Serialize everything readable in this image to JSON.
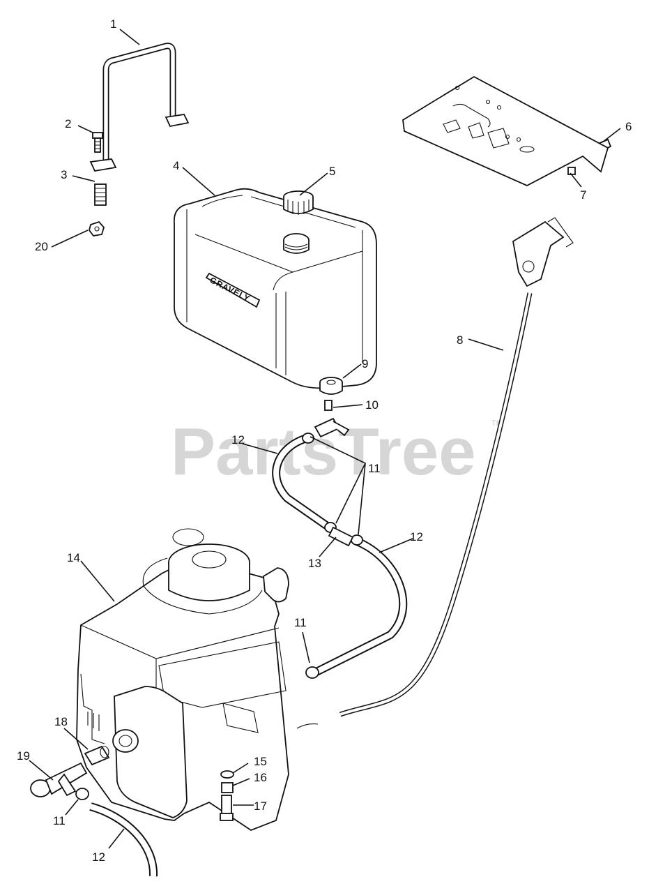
{
  "watermark": {
    "text": "PartsTree",
    "tm": "TM"
  },
  "tank_brand": "GRAVELY",
  "callouts": [
    {
      "id": "c1",
      "text": "1"
    },
    {
      "id": "c2",
      "text": "2"
    },
    {
      "id": "c3",
      "text": "3"
    },
    {
      "id": "c20",
      "text": "20"
    },
    {
      "id": "c4",
      "text": "4"
    },
    {
      "id": "c5",
      "text": "5"
    },
    {
      "id": "c6",
      "text": "6"
    },
    {
      "id": "c7",
      "text": "7"
    },
    {
      "id": "c8",
      "text": "8"
    },
    {
      "id": "c9",
      "text": "9"
    },
    {
      "id": "c10",
      "text": "10"
    },
    {
      "id": "c12a",
      "text": "12"
    },
    {
      "id": "c11a",
      "text": "11"
    },
    {
      "id": "c12b",
      "text": "12"
    },
    {
      "id": "c13",
      "text": "13"
    },
    {
      "id": "c14",
      "text": "14"
    },
    {
      "id": "c11b",
      "text": "11"
    },
    {
      "id": "c18",
      "text": "18"
    },
    {
      "id": "c19",
      "text": "19"
    },
    {
      "id": "c15",
      "text": "15"
    },
    {
      "id": "c16",
      "text": "16"
    },
    {
      "id": "c17",
      "text": "17"
    },
    {
      "id": "c11c",
      "text": "11"
    },
    {
      "id": "c12c",
      "text": "12"
    }
  ]
}
